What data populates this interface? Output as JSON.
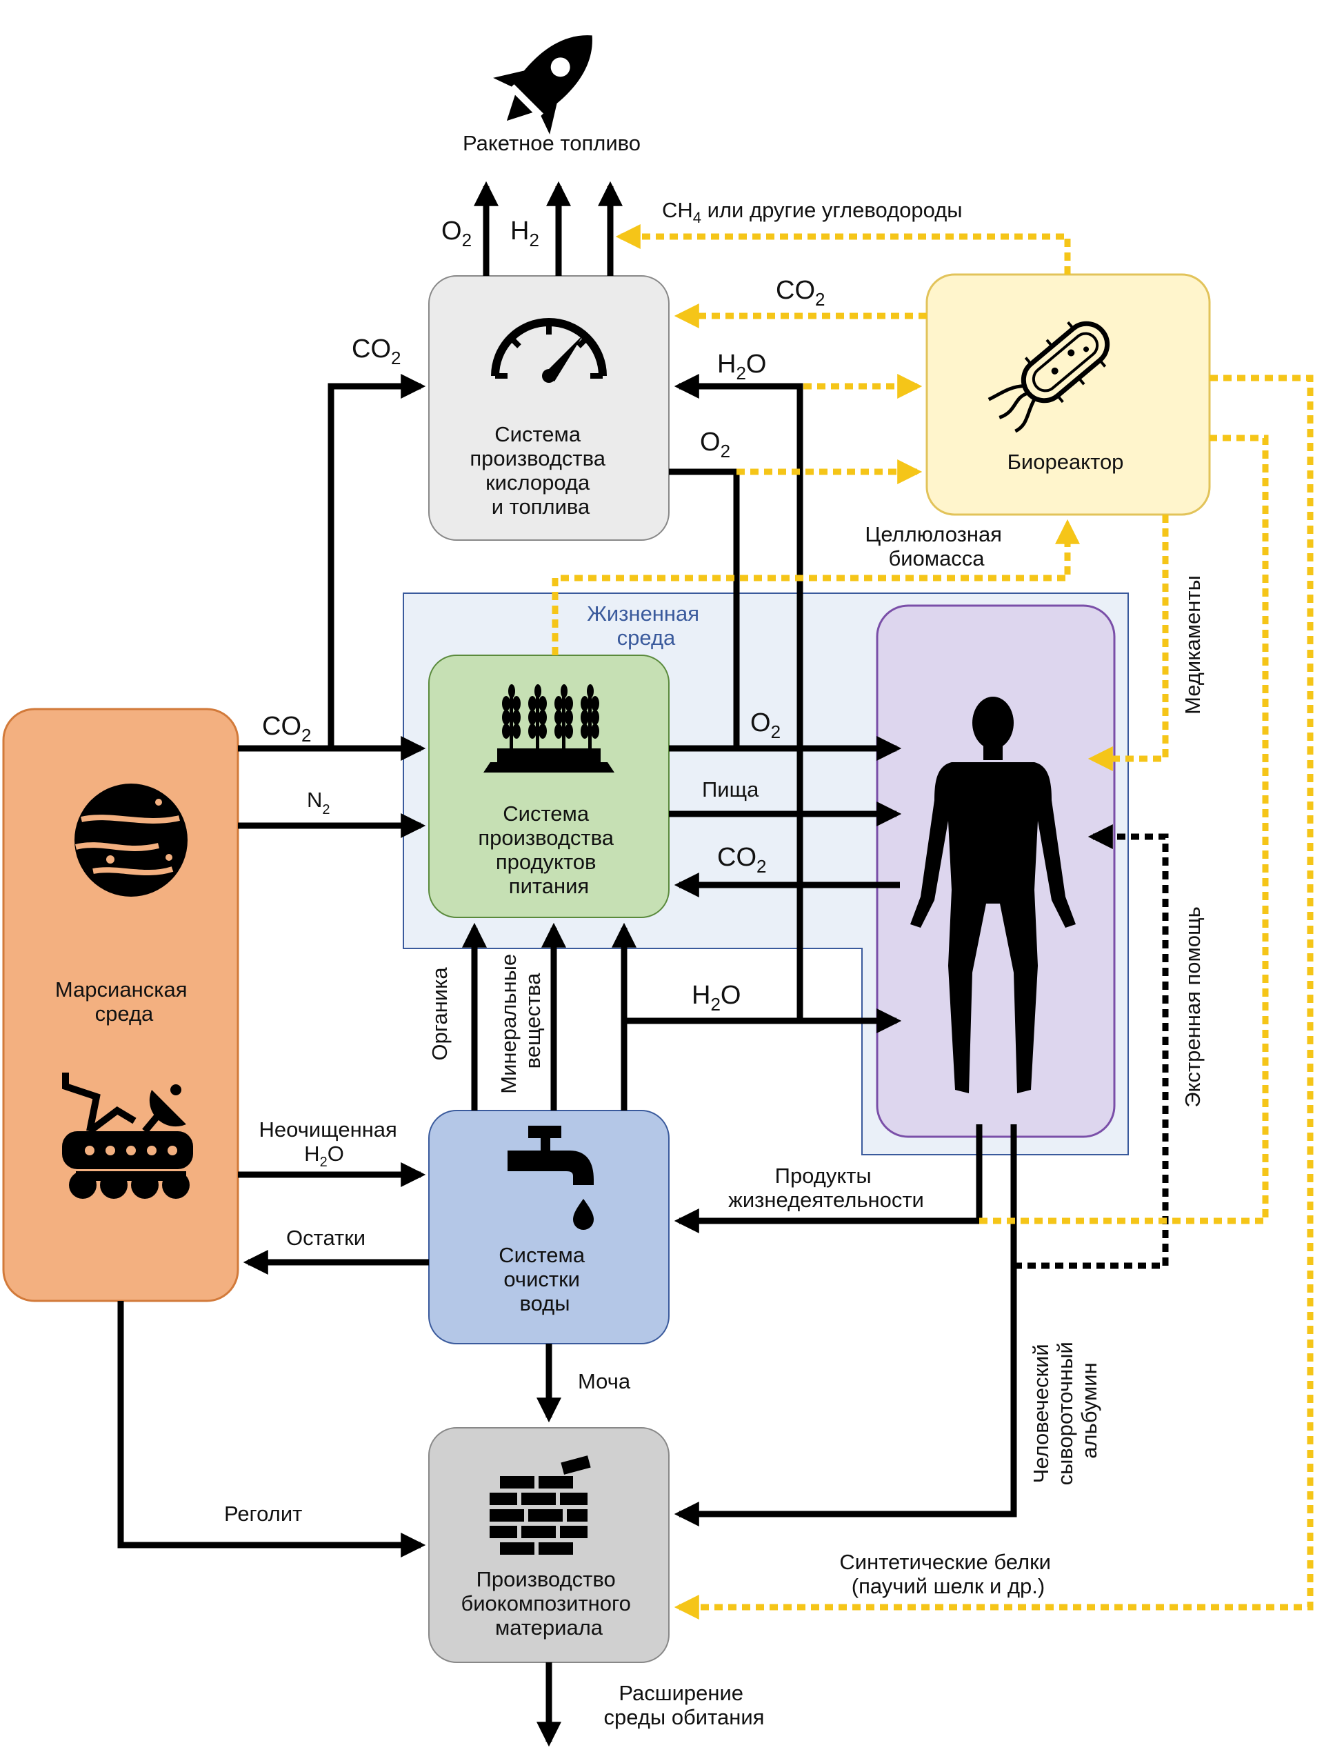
{
  "colors": {
    "yellow": "#f5c518",
    "black": "#000000",
    "mars": "#f3b080",
    "mars_border": "#d27a3a",
    "gray_box": "#ebebeb",
    "food_box": "#c6e0b4",
    "water_box": "#b4c7e7",
    "biocomp_box": "#d0d0d0",
    "bioreactor_box": "#fff5cc",
    "human_box": "#ddd6ee",
    "life_env": "#eaf0f8",
    "life_env_label": "#3a5a9c"
  },
  "top": {
    "icon": "rocket-icon",
    "title": "Ракетное топливо"
  },
  "nodes": {
    "oxygen_fuel": {
      "icon": "gauge-icon",
      "lines": [
        "Система",
        "производства",
        "кислорода",
        "и топлива"
      ]
    },
    "bioreactor": {
      "icon": "bacterium-icon",
      "lines": [
        "Биореактор"
      ]
    },
    "life_env": {
      "lines": [
        "Жизненная",
        "среда"
      ]
    },
    "food": {
      "icon": "wheat-icon",
      "lines": [
        "Система",
        "производства",
        "продуктов",
        "питания"
      ]
    },
    "human": {
      "icon": "human-silhouette-icon",
      "lines": []
    },
    "mars": {
      "icons": [
        "planet-icon",
        "rover-icon"
      ],
      "lines": [
        "Марсианская",
        "среда"
      ]
    },
    "water": {
      "icon": "faucet-icon",
      "lines": [
        "Система",
        "очистки",
        "воды"
      ]
    },
    "biocomposite": {
      "icon": "brick-wall-icon",
      "lines": [
        "Производство",
        "биокомпозитного",
        "материала"
      ]
    }
  },
  "flows": {
    "o2_top": {
      "main": "O",
      "sub": "2"
    },
    "h2_top": {
      "main": "H",
      "sub": "2"
    },
    "ch4": {
      "main": "CH",
      "sub": "4",
      "rest": " или другие углеводороды"
    },
    "co2_bio_to_oxy": {
      "main": "CO",
      "sub": "2"
    },
    "co2_mars_to_oxy": {
      "main": "CO",
      "sub": "2"
    },
    "h2o_to_oxy": {
      "main": "H",
      "sub": "2",
      "rest": "O"
    },
    "o2_from_oxy": {
      "main": "O",
      "sub": "2"
    },
    "cellulose": [
      "Целлюлозная",
      "биомасса"
    ],
    "medicines": "Медикаменты",
    "co2_mars_to_food": {
      "main": "CO",
      "sub": "2"
    },
    "n2": {
      "main": "N",
      "sub": "2"
    },
    "o2_to_human": {
      "main": "O",
      "sub": "2"
    },
    "food_to_human": "Пища",
    "co2_human_to_food": {
      "main": "CO",
      "sub": "2"
    },
    "h2o_to_human": {
      "main": "H",
      "sub": "2",
      "rest": "O"
    },
    "organics": "Органика",
    "minerals": [
      "Минеральные",
      "вещества"
    ],
    "emergency": "Экстренная помощь",
    "raw_water": {
      "line1": "Неочищенная",
      "main": "H",
      "sub": "2",
      "rest": "O"
    },
    "waste": [
      "Продукты",
      "жизнедеятельности"
    ],
    "residues": "Остатки",
    "urine": "Моча",
    "albumin": [
      "Человеческий",
      "сывороточный",
      "альбумин"
    ],
    "regolith": "Реголит",
    "synthetic": [
      "Синтетические белки",
      "(паучий шелк и др.)"
    ],
    "expansion": [
      "Расширение",
      "среды обитания"
    ]
  }
}
